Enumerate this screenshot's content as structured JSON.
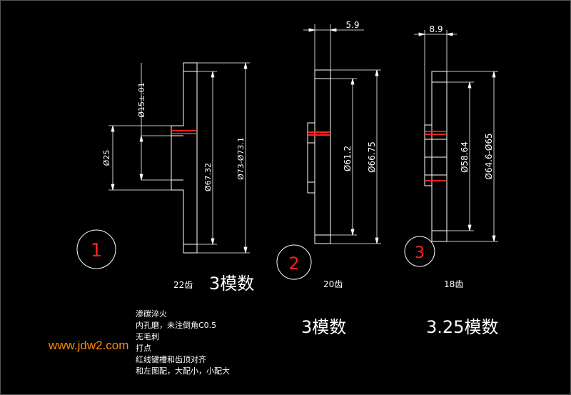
{
  "parts": [
    {
      "id": "1",
      "teeth": "22齿",
      "module": "3模数",
      "dims": {
        "bore_width": "Ø15±.01",
        "hub": "Ø25",
        "pitch": "Ø67.32",
        "outer": "Ø73-Ø73.1"
      }
    },
    {
      "id": "2",
      "teeth": "20齿",
      "module": "3模数",
      "dims": {
        "thickness": "5.9",
        "pitch": "Ø61.2",
        "outer": "Ø66.75"
      }
    },
    {
      "id": "3",
      "teeth": "18齿",
      "module": "3.25模数",
      "dims": {
        "thickness": "8.9",
        "pitch": "Ø58.64",
        "outer": "Ø64.6-Ø65"
      }
    }
  ],
  "notes": [
    "渗碳淬火",
    "内孔磨，未注倒角C0.5",
    "无毛刺",
    "打点",
    "红线键槽和齿顶对齐",
    "和左图配，大配小，小配大"
  ],
  "watermark": "www.jdw2.com",
  "colors": {
    "background": "#000000",
    "lines": "#ffffff",
    "keyway": "#ff2020",
    "balloon": "#ff2020",
    "watermark": "#ff8a00"
  }
}
